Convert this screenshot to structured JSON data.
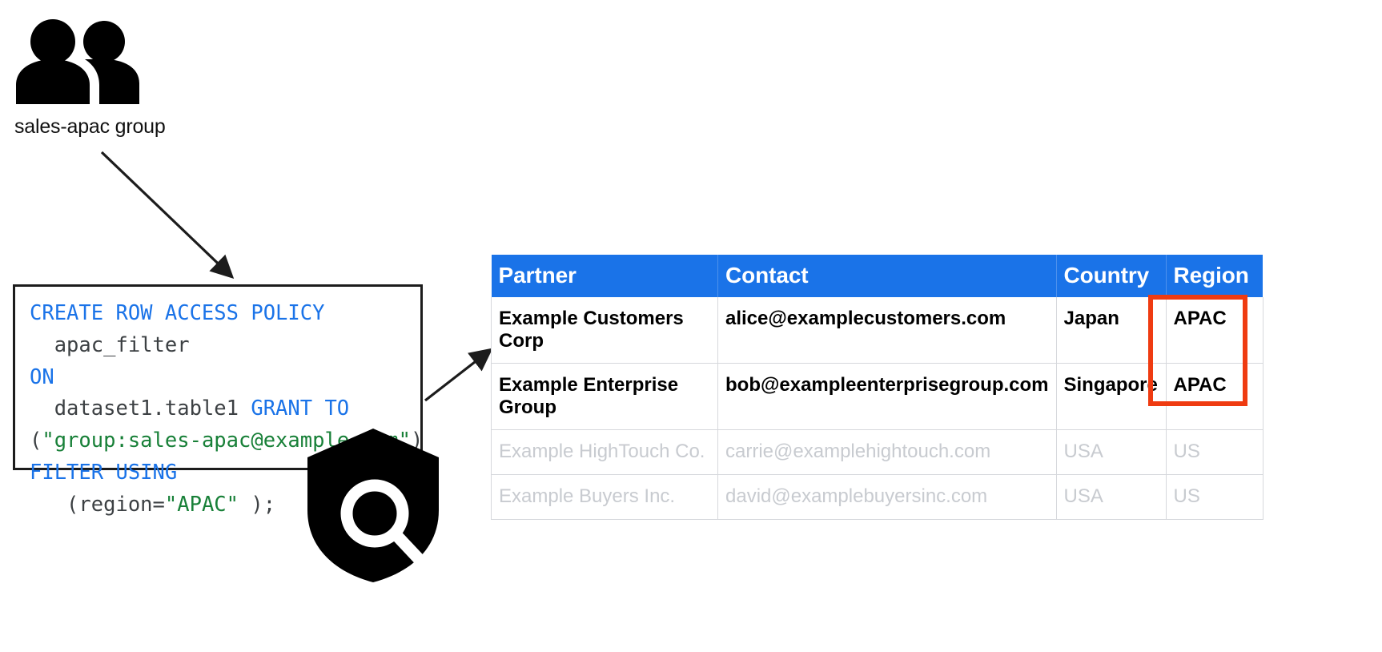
{
  "group": {
    "icon": "people-group-icon",
    "label": "sales-apac group"
  },
  "policy_code": {
    "icon": "shield-search-icon",
    "lines": [
      {
        "tokens": [
          {
            "t": "CREATE ROW ACCESS POLICY",
            "c": "kw"
          }
        ]
      },
      {
        "tokens": [
          {
            "t": "  apac_filter",
            "c": "id"
          }
        ]
      },
      {
        "tokens": [
          {
            "t": "ON",
            "c": "kw"
          }
        ]
      },
      {
        "tokens": [
          {
            "t": "  dataset1.table1 ",
            "c": "id"
          },
          {
            "t": "GRANT TO",
            "c": "kw"
          }
        ]
      },
      {
        "tokens": [
          {
            "t": "(",
            "c": "punc"
          },
          {
            "t": "\"group:sales-apac@example.com\"",
            "c": "str"
          },
          {
            "t": ")",
            "c": "punc"
          }
        ]
      },
      {
        "tokens": [
          {
            "t": "FILTER USING",
            "c": "kw"
          }
        ]
      },
      {
        "tokens": [
          {
            "t": "   (region=",
            "c": "id"
          },
          {
            "t": "\"APAC\"",
            "c": "str"
          },
          {
            "t": " );",
            "c": "id"
          }
        ]
      }
    ],
    "plain_text": "CREATE ROW ACCESS POLICY\n  apac_filter\nON\n  dataset1.table1 GRANT TO\n(\"group:sales-apac@example.com\")\nFILTER USING\n   (region=\"APAC\" );"
  },
  "table": {
    "columns": [
      "Partner",
      "Contact",
      "Country",
      "Region"
    ],
    "rows": [
      {
        "state": "visible",
        "cells": [
          "Example Customers Corp",
          "alice@examplecustomers.com",
          "Japan",
          "APAC"
        ]
      },
      {
        "state": "visible",
        "cells": [
          "Example Enterprise Group",
          "bob@exampleenterprisegroup.com",
          "Singapore",
          "APAC"
        ]
      },
      {
        "state": "filtered-out",
        "cells": [
          "Example HighTouch Co.",
          "carrie@examplehightouch.com",
          "USA",
          "US"
        ]
      },
      {
        "state": "filtered-out",
        "cells": [
          "Example Buyers Inc.",
          "david@examplebuyersinc.com",
          "USA",
          "US"
        ]
      }
    ]
  },
  "colors": {
    "header_blue": "#1a73e8",
    "highlight_red": "#ef3b11",
    "keyword_blue": "#1a73e8",
    "string_green": "#188038",
    "muted_gray": "#c8cbd0"
  }
}
